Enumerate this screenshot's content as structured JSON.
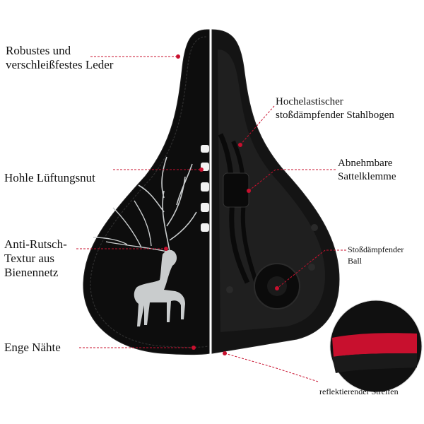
{
  "callouts": {
    "left_1": "Robustes und\nverschleißfestes Leder",
    "left_2": "Hohle Lüftungsnut",
    "left_3": "Anti-Rutsch-\nTextur aus\nBienennetz",
    "left_4": "Enge Nähte",
    "right_1": "Hochelastischer\nstoßdämpfender Stahlbogen",
    "right_2": "Abnehmbare\nSattelklemme",
    "right_3": "Stoßdämpfender\nBall",
    "right_4": "reflektierender Streifen"
  },
  "colors": {
    "leader": "#c8102e",
    "saddle": "#0d0d0d",
    "deer": "#c9cccd",
    "reflective": "#c8102e"
  }
}
